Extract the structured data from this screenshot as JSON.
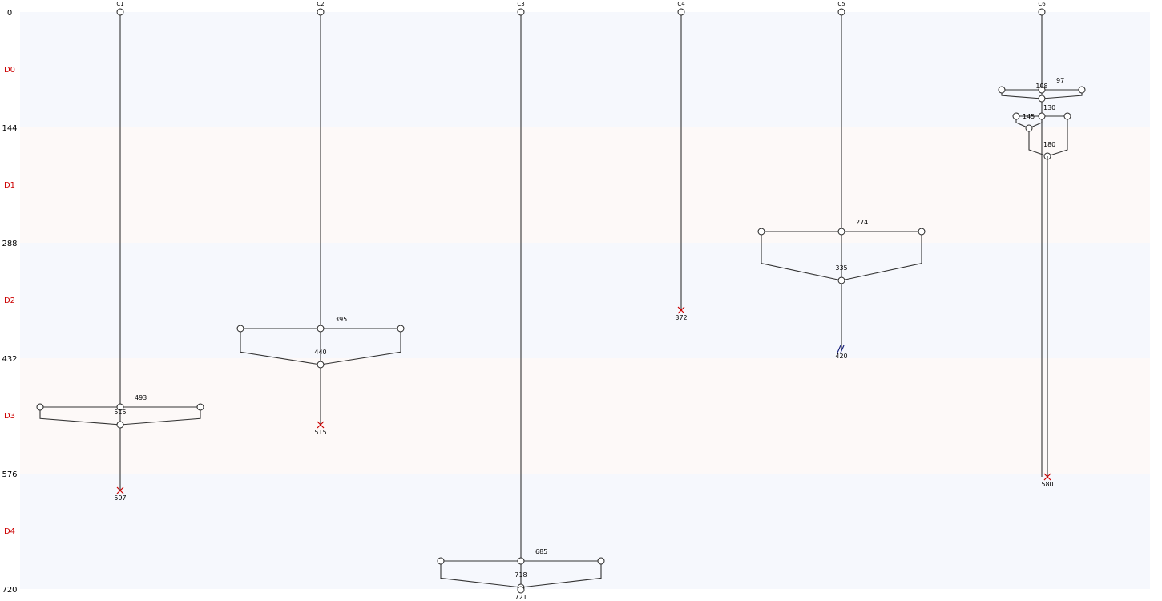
{
  "axis": {
    "ticks": [
      "0",
      "144",
      "288",
      "432",
      "576",
      "720"
    ],
    "tick_values": [
      0,
      144,
      288,
      432,
      576,
      720
    ],
    "day_labels": [
      "D0",
      "D1",
      "D2",
      "D3",
      "D4"
    ],
    "day_label_color": "#cc0000",
    "band_colors": [
      "#f6f8fd",
      "#fdf9f8"
    ]
  },
  "columns": [
    {
      "name": "C1",
      "events": [
        {
          "type": "branch",
          "time": 493,
          "label": "493",
          "merge_time": 515,
          "merge_label": "515",
          "width": "normal"
        }
      ],
      "end": {
        "time": 597,
        "label": "597",
        "marker": "death",
        "color": "#cc0000"
      }
    },
    {
      "name": "C2",
      "events": [
        {
          "type": "branch",
          "time": 395,
          "label": "395",
          "merge_time": 440,
          "merge_label": "440",
          "width": "normal"
        }
      ],
      "end": {
        "time": 515,
        "label": "515",
        "marker": "death",
        "color": "#cc0000"
      }
    },
    {
      "name": "C3",
      "events": [
        {
          "type": "branch",
          "time": 685,
          "label": "685",
          "merge_time": 718,
          "merge_label": "718",
          "width": "normal"
        }
      ],
      "end": {
        "time": 721,
        "label": "721",
        "marker": "node",
        "color": "#222222"
      }
    },
    {
      "name": "C4",
      "events": [],
      "end": {
        "time": 372,
        "label": "372",
        "marker": "death",
        "color": "#cc0000"
      }
    },
    {
      "name": "C5",
      "events": [
        {
          "type": "branch",
          "time": 274,
          "label": "274",
          "merge_time": 335,
          "merge_label": "335",
          "width": "normal"
        }
      ],
      "end": {
        "time": 420,
        "label": "420",
        "marker": "censor",
        "color": "#1a237e"
      }
    },
    {
      "name": "C6",
      "events": [
        {
          "type": "branch",
          "time": 97,
          "label": "97",
          "merge_time": 108,
          "merge_label": "108",
          "width": "normal"
        },
        {
          "type": "branch",
          "time": 130,
          "label": "130",
          "merge_time": 180,
          "merge_label": "180",
          "width": "narrow",
          "nested_merge_time": 145,
          "nested_merge_label": "145"
        }
      ],
      "end": {
        "time": 580,
        "label": "580",
        "marker": "death",
        "color": "#cc0000"
      }
    }
  ]
}
